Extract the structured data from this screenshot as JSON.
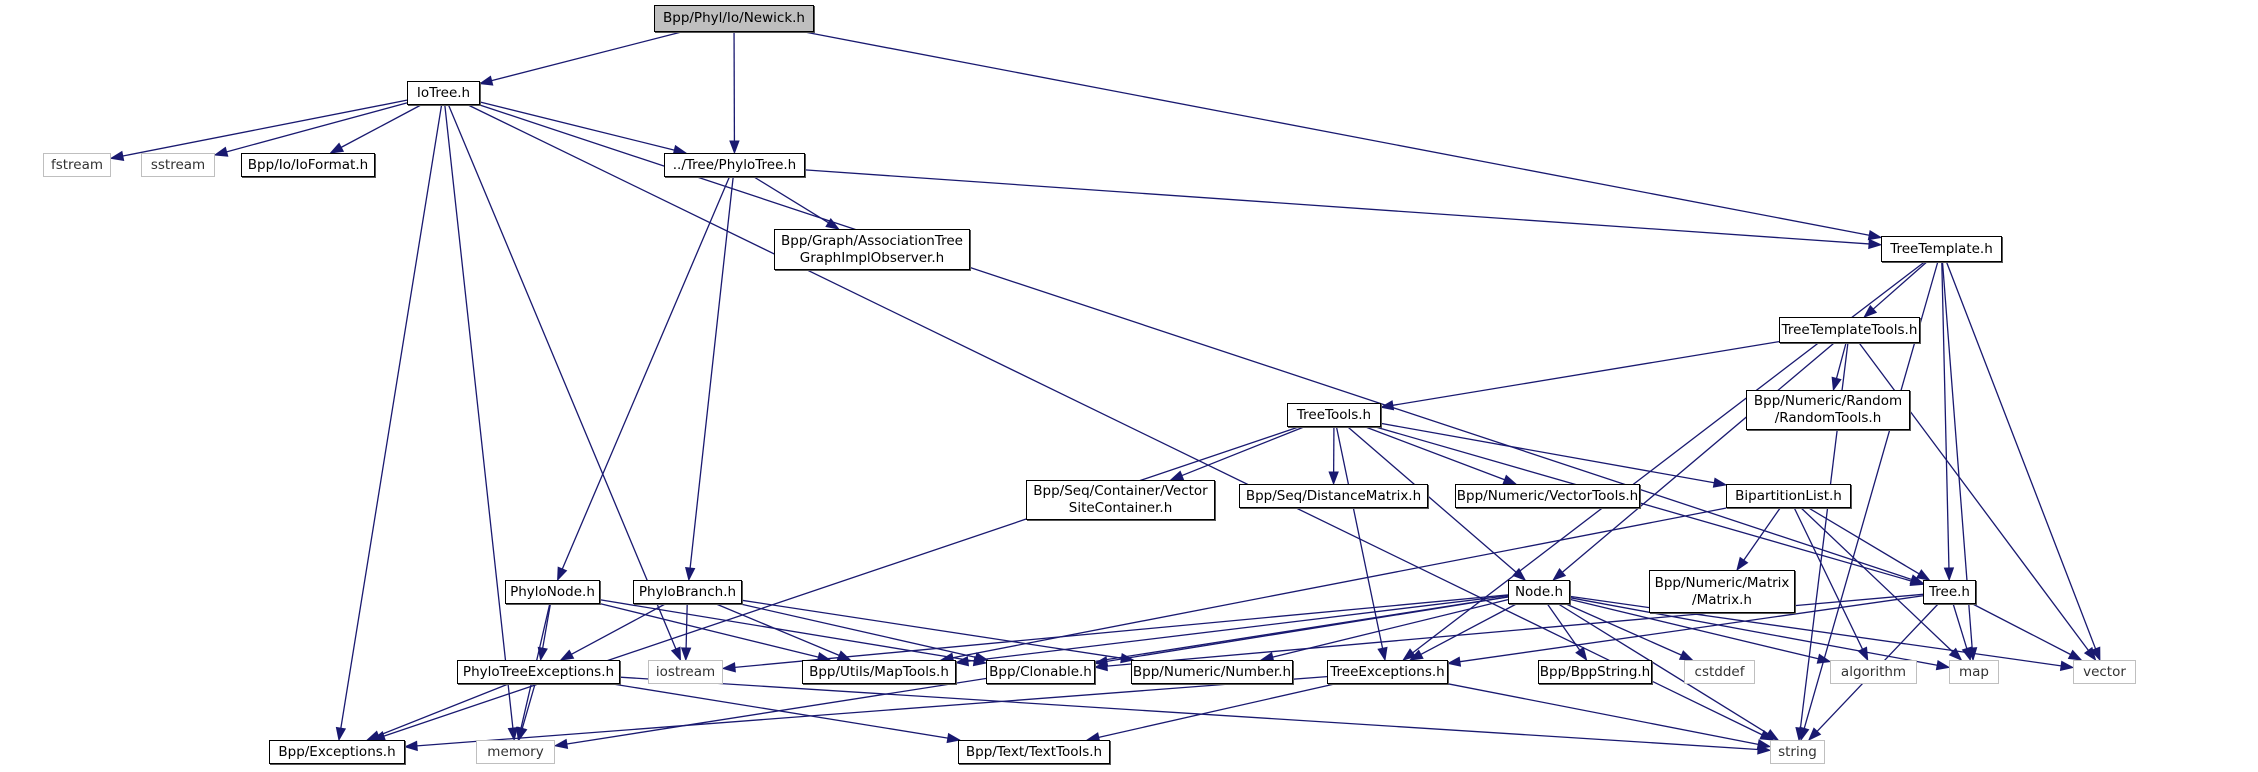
{
  "title": "Bpp/Phyl/Io/Newick.h",
  "colors": {
    "edge": "#191970",
    "root_fill": "#bfbfbf",
    "system_border": "#bfbfbf",
    "node_border": "#000000"
  },
  "nodes": [
    {
      "id": "newick",
      "lines": [
        "Bpp/Phyl/Io/Newick.h"
      ],
      "kind": "root"
    },
    {
      "id": "iotree",
      "lines": [
        "IoTree.h"
      ],
      "kind": "local"
    },
    {
      "id": "fstream",
      "lines": [
        "fstream"
      ],
      "kind": "system"
    },
    {
      "id": "sstream",
      "lines": [
        "sstream"
      ],
      "kind": "system"
    },
    {
      "id": "ioformat",
      "lines": [
        "Bpp/Io/IoFormat.h"
      ],
      "kind": "local"
    },
    {
      "id": "phylotree",
      "lines": [
        "../Tree/PhyloTree.h"
      ],
      "kind": "local"
    },
    {
      "id": "assoc",
      "lines": [
        "Bpp/Graph/AssociationTree",
        "GraphImplObserver.h"
      ],
      "kind": "local"
    },
    {
      "id": "treetemplate",
      "lines": [
        "TreeTemplate.h"
      ],
      "kind": "local"
    },
    {
      "id": "treetemplatetools",
      "lines": [
        "TreeTemplateTools.h"
      ],
      "kind": "local"
    },
    {
      "id": "randomtools",
      "lines": [
        "Bpp/Numeric/Random",
        "/RandomTools.h"
      ],
      "kind": "local"
    },
    {
      "id": "treetools",
      "lines": [
        "TreeTools.h"
      ],
      "kind": "local"
    },
    {
      "id": "vsc",
      "lines": [
        "Bpp/Seq/Container/Vector",
        "SiteContainer.h"
      ],
      "kind": "local"
    },
    {
      "id": "distmatrix",
      "lines": [
        "Bpp/Seq/DistanceMatrix.h"
      ],
      "kind": "local"
    },
    {
      "id": "vectortools",
      "lines": [
        "Bpp/Numeric/VectorTools.h"
      ],
      "kind": "local"
    },
    {
      "id": "bipartition",
      "lines": [
        "BipartitionList.h"
      ],
      "kind": "local"
    },
    {
      "id": "phylonode",
      "lines": [
        "PhyloNode.h"
      ],
      "kind": "local"
    },
    {
      "id": "phylobranch",
      "lines": [
        "PhyloBranch.h"
      ],
      "kind": "local"
    },
    {
      "id": "node",
      "lines": [
        "Node.h"
      ],
      "kind": "local"
    },
    {
      "id": "matrix",
      "lines": [
        "Bpp/Numeric/Matrix",
        "/Matrix.h"
      ],
      "kind": "local"
    },
    {
      "id": "tree",
      "lines": [
        "Tree.h"
      ],
      "kind": "local"
    },
    {
      "id": "phylotreeexc",
      "lines": [
        "PhyloTreeExceptions.h"
      ],
      "kind": "local"
    },
    {
      "id": "iostream",
      "lines": [
        "iostream"
      ],
      "kind": "system"
    },
    {
      "id": "maptools",
      "lines": [
        "Bpp/Utils/MapTools.h"
      ],
      "kind": "local"
    },
    {
      "id": "clonable",
      "lines": [
        "Bpp/Clonable.h"
      ],
      "kind": "local"
    },
    {
      "id": "number",
      "lines": [
        "Bpp/Numeric/Number.h"
      ],
      "kind": "local"
    },
    {
      "id": "treeexc",
      "lines": [
        "TreeExceptions.h"
      ],
      "kind": "local"
    },
    {
      "id": "bppstring",
      "lines": [
        "Bpp/BppString.h"
      ],
      "kind": "local"
    },
    {
      "id": "cstddef",
      "lines": [
        "cstddef"
      ],
      "kind": "system"
    },
    {
      "id": "algorithm",
      "lines": [
        "algorithm"
      ],
      "kind": "system"
    },
    {
      "id": "map",
      "lines": [
        "map"
      ],
      "kind": "system"
    },
    {
      "id": "vector",
      "lines": [
        "vector"
      ],
      "kind": "system"
    },
    {
      "id": "exceptions",
      "lines": [
        "Bpp/Exceptions.h"
      ],
      "kind": "local"
    },
    {
      "id": "memory",
      "lines": [
        "memory"
      ],
      "kind": "system"
    },
    {
      "id": "texttools",
      "lines": [
        "Bpp/Text/TextTools.h"
      ],
      "kind": "local"
    },
    {
      "id": "string",
      "lines": [
        "string"
      ],
      "kind": "system"
    }
  ],
  "edges": [
    [
      "newick",
      "iotree"
    ],
    [
      "newick",
      "phylotree"
    ],
    [
      "newick",
      "treetemplate"
    ],
    [
      "iotree",
      "fstream"
    ],
    [
      "iotree",
      "sstream"
    ],
    [
      "iotree",
      "ioformat"
    ],
    [
      "iotree",
      "phylotree"
    ],
    [
      "iotree",
      "tree"
    ],
    [
      "iotree",
      "exceptions"
    ],
    [
      "iotree",
      "memory"
    ],
    [
      "iotree",
      "iostream"
    ],
    [
      "iotree",
      "string"
    ],
    [
      "phylotree",
      "assoc"
    ],
    [
      "phylotree",
      "treetemplate"
    ],
    [
      "phylotree",
      "phylonode"
    ],
    [
      "phylotree",
      "phylobranch"
    ],
    [
      "treetemplate",
      "treetemplatetools"
    ],
    [
      "treetemplate",
      "tree"
    ],
    [
      "treetemplate",
      "treeexc"
    ],
    [
      "treetemplate",
      "map"
    ],
    [
      "treetemplate",
      "vector"
    ],
    [
      "treetemplate",
      "string"
    ],
    [
      "treetemplatetools",
      "treetools"
    ],
    [
      "treetemplatetools",
      "randomtools"
    ],
    [
      "treetemplatetools",
      "node"
    ],
    [
      "treetemplatetools",
      "vector"
    ],
    [
      "treetemplatetools",
      "string"
    ],
    [
      "treetools",
      "vsc"
    ],
    [
      "treetools",
      "distmatrix"
    ],
    [
      "treetools",
      "vectortools"
    ],
    [
      "treetools",
      "bipartition"
    ],
    [
      "treetools",
      "tree"
    ],
    [
      "treetools",
      "node"
    ],
    [
      "treetools",
      "treeexc"
    ],
    [
      "treetools",
      "exceptions"
    ],
    [
      "bipartition",
      "matrix"
    ],
    [
      "bipartition",
      "tree"
    ],
    [
      "bipartition",
      "maptools"
    ],
    [
      "bipartition",
      "algorithm"
    ],
    [
      "bipartition",
      "map"
    ],
    [
      "phylonode",
      "phylotreeexc"
    ],
    [
      "phylonode",
      "maptools"
    ],
    [
      "phylonode",
      "clonable"
    ],
    [
      "phylonode",
      "memory"
    ],
    [
      "phylobranch",
      "phylotreeexc"
    ],
    [
      "phylobranch",
      "iostream"
    ],
    [
      "phylobranch",
      "maptools"
    ],
    [
      "phylobranch",
      "clonable"
    ],
    [
      "phylobranch",
      "number"
    ],
    [
      "node",
      "treeexc"
    ],
    [
      "node",
      "maptools"
    ],
    [
      "node",
      "clonable"
    ],
    [
      "node",
      "number"
    ],
    [
      "node",
      "bppstring"
    ],
    [
      "node",
      "cstddef"
    ],
    [
      "node",
      "algorithm"
    ],
    [
      "node",
      "map"
    ],
    [
      "node",
      "vector"
    ],
    [
      "node",
      "string"
    ],
    [
      "node",
      "iostream"
    ],
    [
      "node",
      "memory"
    ],
    [
      "tree",
      "treeexc"
    ],
    [
      "tree",
      "clonable"
    ],
    [
      "tree",
      "map"
    ],
    [
      "tree",
      "vector"
    ],
    [
      "tree",
      "string"
    ],
    [
      "phylotreeexc",
      "exceptions"
    ],
    [
      "phylotreeexc",
      "memory"
    ],
    [
      "phylotreeexc",
      "texttools"
    ],
    [
      "phylotreeexc",
      "string"
    ],
    [
      "treeexc",
      "exceptions"
    ],
    [
      "treeexc",
      "texttools"
    ],
    [
      "treeexc",
      "string"
    ]
  ]
}
